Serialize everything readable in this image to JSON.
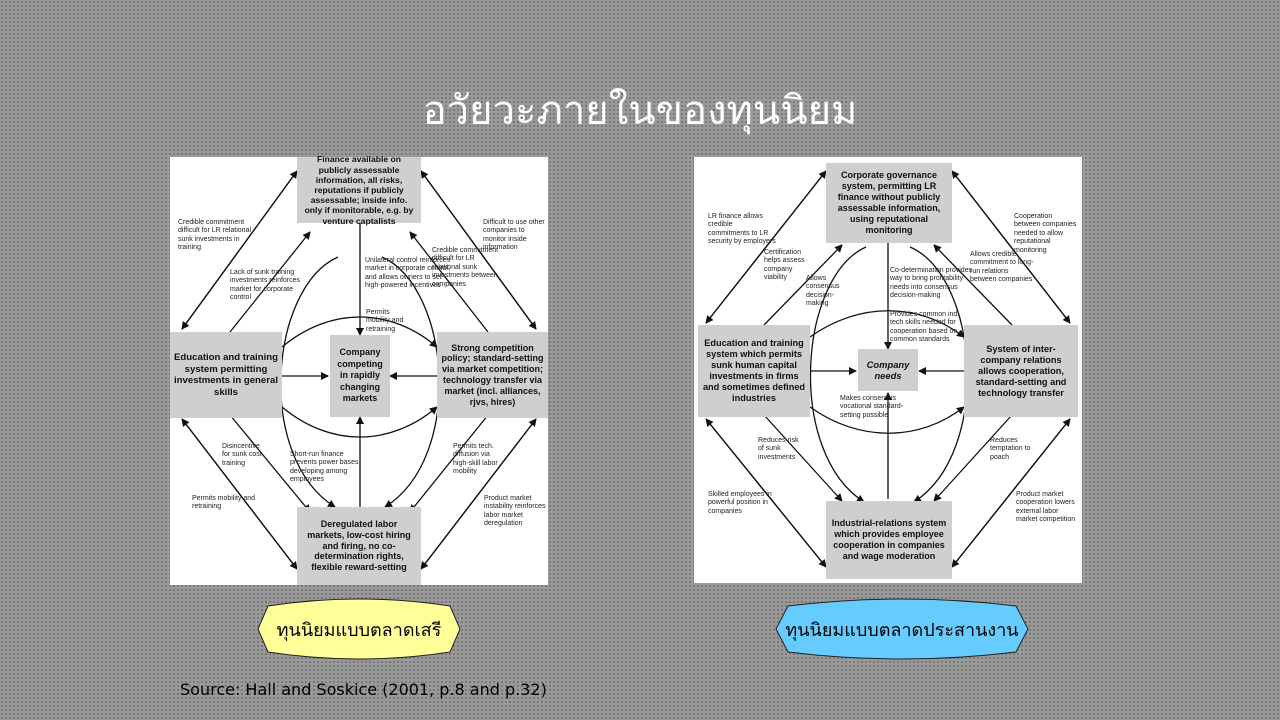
{
  "slide_title": "อวัยวะภายในของทุนนิยม",
  "left_diagram": {
    "boxes": {
      "top": "Finance available on publicly assessable information, all risks, reputations if publicly assessable; inside info. only if monitorable, e.g. by venture captalists",
      "left": "Education and training system permitting investments in general skills",
      "center": "Company competing in rapidly changing markets",
      "right": "Strong competition policy; standard-setting via market competition; technology transfer via market (incl. alliances, rjvs, hires)",
      "bottom": "Deregulated labor markets, low-cost hiring and firing, no co-determination rights, flexible reward-setting"
    },
    "notes": {
      "tl_outer": "Credible commitment difficult for LR relational sunk investments in training",
      "tl_inner": "Lack of sunk training investments reinforces market for corporate control",
      "tr_outer": "Difficult to use other companies to monitor inside information",
      "tr_inner": "Credible commitment difficult for LR relational sunk investments between companies",
      "top_center": "Unilateral control reinforces market in corporate control, and allows owners to set high-powered incentives",
      "mobility": "Permits mobility and retraining",
      "bl_inner": "Disincentive for sunk cost training",
      "bl_outer": "Permits mobility and retraining",
      "short_run": "Short-run finance prevents power bases developing among employees",
      "br_inner": "Permits tech. diffusion via high-skill labor mobility",
      "br_outer": "Product market instability reinforces labor market deregulation"
    }
  },
  "right_diagram": {
    "boxes": {
      "top": "Corporate governance system, permitting LR finance without publicly assessable information, using reputational monitoring",
      "left": "Education and training system which permits sunk human capital investments in firms and sometimes defined industries",
      "center": "Company needs",
      "right": "System of inter-company relations allows cooperation, standard-setting and technology transfer",
      "bottom": "Industrial-relations system which provides employee cooperation in companies and wage moderation"
    },
    "notes": {
      "tl_outer": "LR finance allows credible commitments to LR security by employers",
      "certification": "Certification helps assess company viability",
      "allows_consensus": "Allows consensus decision-making",
      "codetermination": "Co-determination provides way to bring profitability needs into consensus decision-making",
      "tr_outer": "Cooperation between companies needed to allow reputational monitoring",
      "tr_inner": "Allows credible commitment to long-run relations between companies",
      "provides_common": "Provides common ind. tech skills needed for cooperation based on common standards",
      "makes_consensus": "Makes consensus vocational standard-setting possible",
      "bl_inner": "Reduces risk of sunk investments",
      "bl_outer": "Skilled employees in powerful position in companies",
      "br_inner": "Reduces temptation to poach",
      "br_outer": "Product market cooperation lowers external labor market competition"
    }
  },
  "labels": {
    "left": "ทุนนิยมแบบตลาดเสรี",
    "right": "ทุนนิยมแบบตลาดประสานงาน"
  },
  "colors": {
    "left_label_fill": "#ffff99",
    "right_label_fill": "#66ccff"
  },
  "source": "Source: Hall and Soskice (2001, p.8 and p.32)"
}
